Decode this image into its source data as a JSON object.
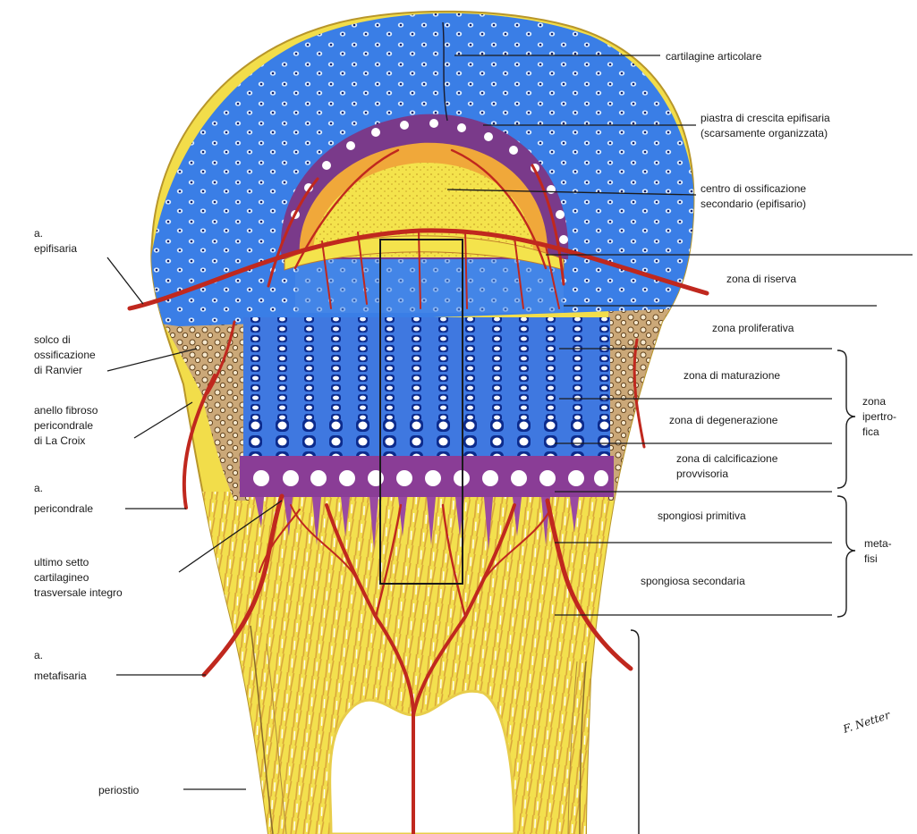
{
  "labels": {
    "cartilagine_articolare": "cartilagine articolare",
    "piastra_1": "piastra di crescita epifisaria",
    "piastra_2": "(scarsamente organizzata)",
    "centro_1": "centro di ossificazione",
    "centro_2": "secondario (epifisario)",
    "zona_riserva": "zona di riserva",
    "zona_proliferativa": "zona proliferativa",
    "zona_maturazione": "zona di maturazione",
    "zona_degenerazione": "zona di degenerazione",
    "zona_calcificazione_1": "zona di calcificazione",
    "zona_calcificazione_2": "provvisoria",
    "spongiosa_primitiva": "spongiosi primitiva",
    "spongiosa_secondaria": "spongiosa secondaria",
    "zona_ipertrofica_1": "zona",
    "zona_ipertrofica_2": "ipertro-",
    "zona_ipertrofica_3": "fica",
    "metafisi_1": "meta-",
    "metafisi_2": "fisi",
    "a_epifisaria_1": "a.",
    "a_epifisaria_2": "epifisaria",
    "solco_1": "solco di",
    "solco_2": "ossificazione",
    "solco_3": "di Ranvier",
    "anello_1": "anello fibroso",
    "anello_2": "pericondrale",
    "anello_3": "di La Croix",
    "a_pericondrale_1": "a.",
    "a_pericondrale_2": "pericondrale",
    "ultimo_1": "ultimo setto",
    "ultimo_2": "cartilagineo",
    "ultimo_3": "trasversale integro",
    "a_metafisaria_1": "a.",
    "a_metafisaria_2": "metafisaria",
    "periostio": "periostio"
  },
  "signature": "F. Netter"
}
